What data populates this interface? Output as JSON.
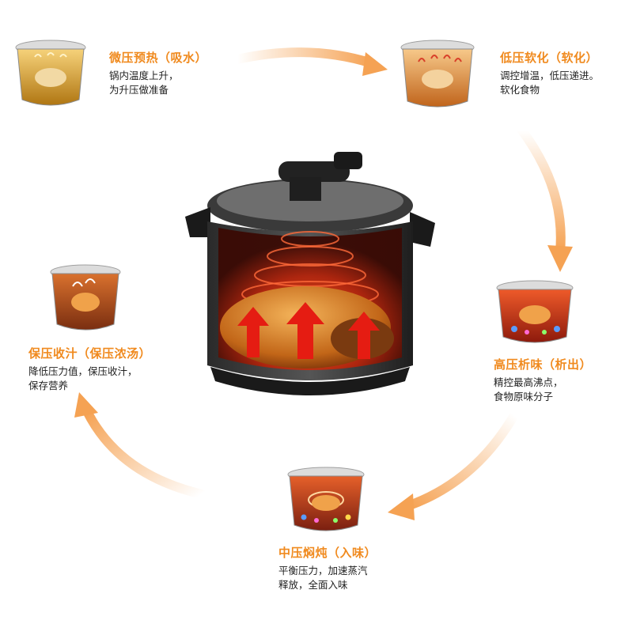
{
  "colors": {
    "accent": "#f08a1e",
    "arrow": "#f5a253",
    "text": "#222222"
  },
  "steps": [
    {
      "title": "微压预热（吸水）",
      "lines": [
        "锅内温度上升，",
        "为升压做准备"
      ],
      "icon": "inner-pot-preheat-icon"
    },
    {
      "title": "低压软化（软化）",
      "lines": [
        "调控增温，低压递进。",
        "软化食物"
      ],
      "icon": "inner-pot-soften-icon"
    },
    {
      "title": "高压析味（析出）",
      "lines": [
        "精控最高沸点，",
        "食物原味分子"
      ],
      "icon": "inner-pot-high-pressure-icon"
    },
    {
      "title": "中压焖炖（入味）",
      "lines": [
        "平衡压力，加速蒸汽",
        "释放，全面入味"
      ],
      "icon": "inner-pot-stew-icon"
    },
    {
      "title": "保压收汁（保压浓汤）",
      "lines": [
        "降低压力值，保压收汁，",
        "保存营养"
      ],
      "icon": "inner-pot-reduce-icon"
    }
  ],
  "center": {
    "icon": "pressure-cooker-icon"
  }
}
